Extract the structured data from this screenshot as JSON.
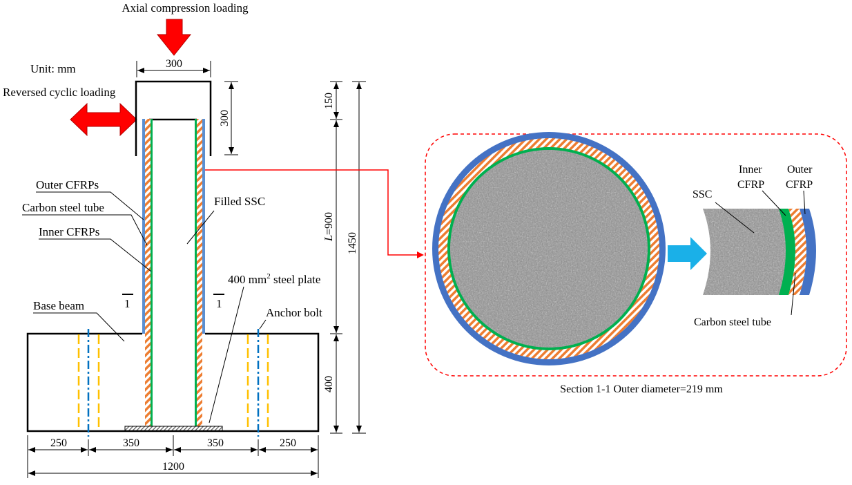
{
  "labels": {
    "axial_loading": "Axial compression loading",
    "unit": "Unit: mm",
    "cyclic_loading": "Reversed cyclic loading",
    "outer_cfrps": "Outer CFRPs",
    "carbon_steel_tube": "Carbon steel tube",
    "inner_cfrps": "Inner CFRPs",
    "filled_ssc": "Filled SSC",
    "steel_plate_pre": "400 mm",
    "steel_plate_sup": "2",
    "steel_plate_post": " steel plate",
    "base_beam": "Base beam",
    "anchor_bolt": "Anchor bolt",
    "section_mark": "1",
    "length_symbol": "L",
    "length_value": "=900"
  },
  "dimensions": {
    "top_width": "300",
    "top_height": "300",
    "d150": "150",
    "total_height": "1450",
    "d400": "400",
    "b250_left": "250",
    "b350_left": "350",
    "b350_right": "350",
    "b250_right": "250",
    "total_width": "1200"
  },
  "section": {
    "ssc": "SSC",
    "inner_cfrp_1": "Inner",
    "inner_cfrp_2": "CFRP",
    "outer_cfrp_1": "Outer",
    "outer_cfrp_2": "CFRP",
    "carbon_steel_tube": "Carbon steel tube",
    "caption": "Section 1-1 Outer diameter=219 mm"
  },
  "colors": {
    "outer_cfrp": "#4472c4",
    "inner_cfrp": "#00b050",
    "steel_tube_hatch": "#ed7d31",
    "arrow_red": "#ff0000",
    "arrow_blue": "#1ab0e8",
    "bolt_yellow": "#ffc000",
    "bolt_blue": "#0070c0",
    "ssc_gray": "#8c8c8c",
    "callout_red": "#ff0000"
  }
}
